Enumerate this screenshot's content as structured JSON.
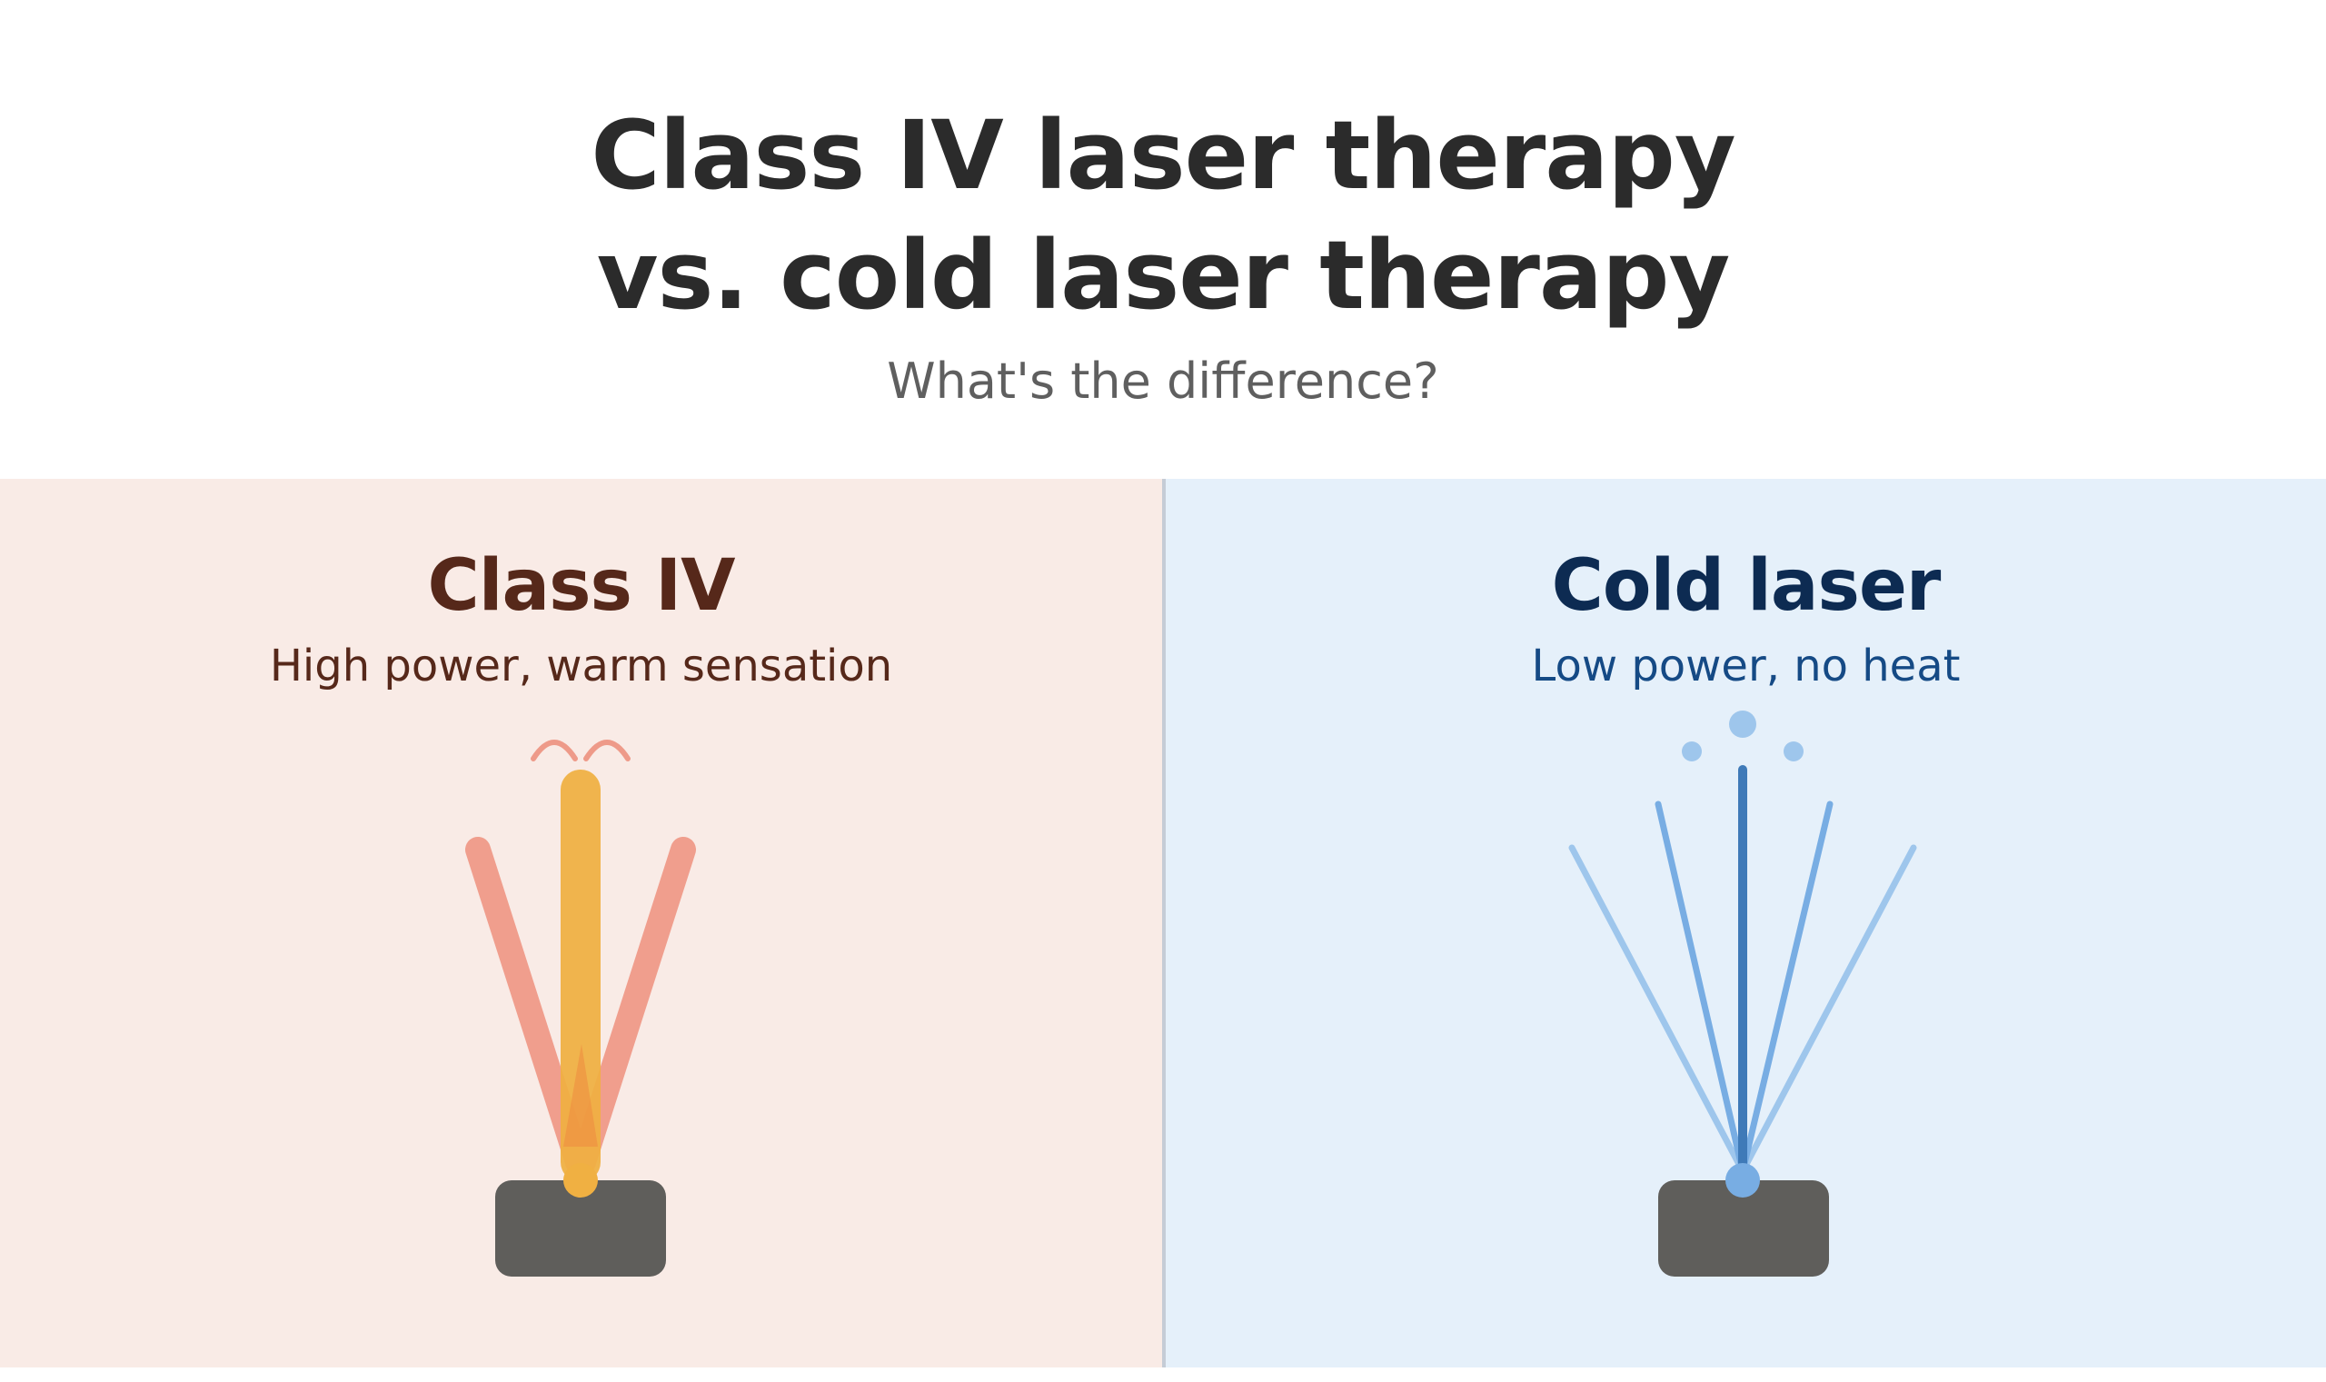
{
  "header": {
    "title_line1": "Class IV laser therapy",
    "title_line2": "vs. cold laser therapy",
    "subtitle": "What's the difference?"
  },
  "left_panel": {
    "heading": "Class IV",
    "description": "High power, warm sensation",
    "icon": "high-power-laser-device-icon",
    "colors": {
      "background": "#f9ebe6",
      "text": "#56281a",
      "main_beam": "#f0b042",
      "side_beams": "#f09c8b",
      "heat_waves": "#ee9a89",
      "device": "#5f5e5b"
    }
  },
  "right_panel": {
    "heading": "Cold laser",
    "description": "Low power, no heat",
    "icon": "low-power-laser-device-icon",
    "colors": {
      "background": "#e5f0fa",
      "heading_text": "#0d2b52",
      "text": "#154a85",
      "main_beam": "#3f7ab8",
      "inner_beams": "#78ade3",
      "outer_beams": "#9ec6ec",
      "particles": "#9ec6ec",
      "device": "#5f5e5b"
    }
  }
}
